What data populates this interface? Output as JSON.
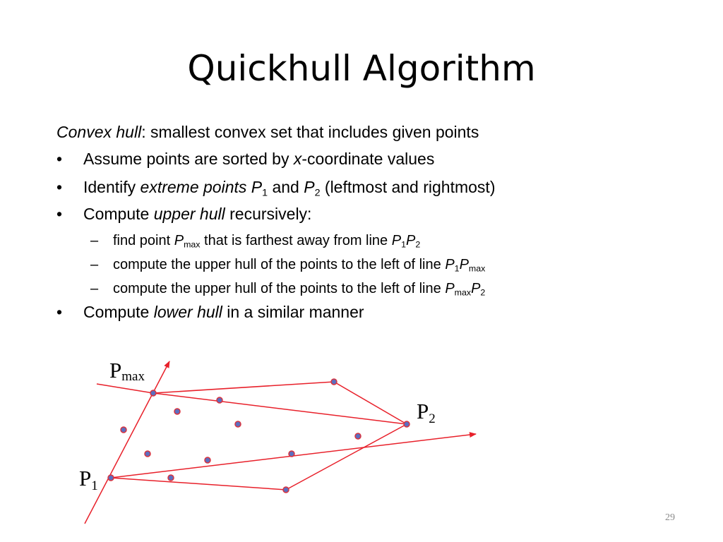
{
  "title": "Quickhull Algorithm",
  "intro": {
    "term": "Convex hull",
    "rest": ": smallest convex set that includes given points"
  },
  "bullets": {
    "b1": {
      "marker": "•",
      "before": "Assume points are sorted by ",
      "var": "x",
      "after": "-coordinate values"
    },
    "b2": {
      "marker": "•",
      "before": "Identify ",
      "em": "extreme points",
      "p": "P",
      "s1": "1",
      "and": " and ",
      "s2": "2",
      "after": "  (leftmost and rightmost)"
    },
    "b3": {
      "marker": "•",
      "before": "Compute ",
      "em": "upper hull",
      "after": " recursively:"
    },
    "b4": {
      "marker": "•",
      "before": "Compute ",
      "em": "lower hull",
      "after": " in a similar manner"
    }
  },
  "subitems": {
    "s1": {
      "marker": "–",
      "before": "find point ",
      "p": "P",
      "max": "max",
      "mid": " that is farthest away from line ",
      "s1": "1",
      "s2": "2"
    },
    "s2": {
      "marker": "–",
      "before": "compute the upper hull of the points to the left of line ",
      "p": "P",
      "s1": "1",
      "max": "max"
    },
    "s3": {
      "marker": "–",
      "before": "compute the upper hull of the points to the left of line ",
      "p": "P",
      "max": "max",
      "s2": "2"
    }
  },
  "diagram": {
    "labels": {
      "pmax": {
        "main": "P",
        "sub": "max"
      },
      "p2": {
        "main": "P",
        "sub": "2"
      },
      "p1": {
        "main": "P",
        "sub": "1"
      }
    },
    "colors": {
      "line": "#e8202a",
      "point_fill": "#5b6fc0",
      "point_stroke": "#d9333f"
    }
  },
  "page_number": "29"
}
